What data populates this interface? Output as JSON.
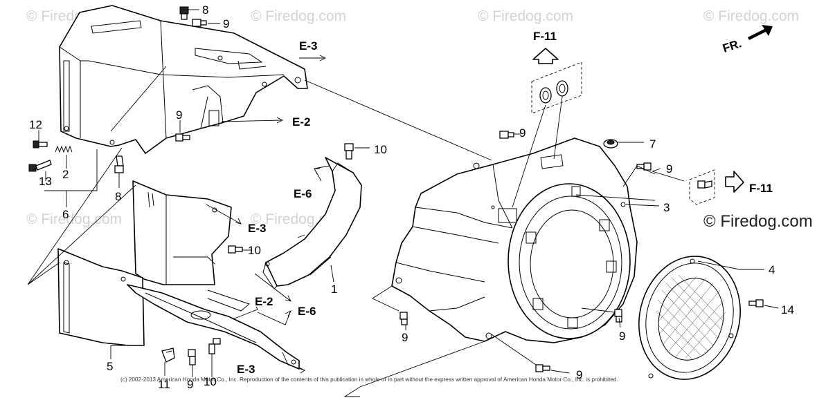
{
  "watermark": {
    "text": "© Firedog.com",
    "corner_text": "© Firedog.com"
  },
  "copyright": "(c) 2002-2013 American Honda Motor Co., Inc. Reproduction of the contents of this publication in whole or in part without the express written approval of American Honda Motor Co., Inc. is prohibited.",
  "front_marker": "FR.",
  "callouts": {
    "c1": "1",
    "c2": "2",
    "c3": "3",
    "c4": "4",
    "c5": "5",
    "c6": "6",
    "c7": "7",
    "c8a": "8",
    "c8b": "8",
    "c9a": "9",
    "c9b": "9",
    "c9c": "9",
    "c9d": "9",
    "c9e": "9",
    "c9f": "9",
    "c9g": "9",
    "c9h": "9",
    "c10a": "10",
    "c10b": "10",
    "c10c": "10",
    "c11": "11",
    "c12": "12",
    "c13": "13",
    "c14": "14"
  },
  "references": {
    "e3a": "E-3",
    "e3b": "E-3",
    "e3c": "E-3",
    "e2a": "E-2",
    "e2b": "E-2",
    "e6a": "E-6",
    "e6b": "E-6",
    "f11a": "F-11",
    "f11b": "F-11"
  }
}
